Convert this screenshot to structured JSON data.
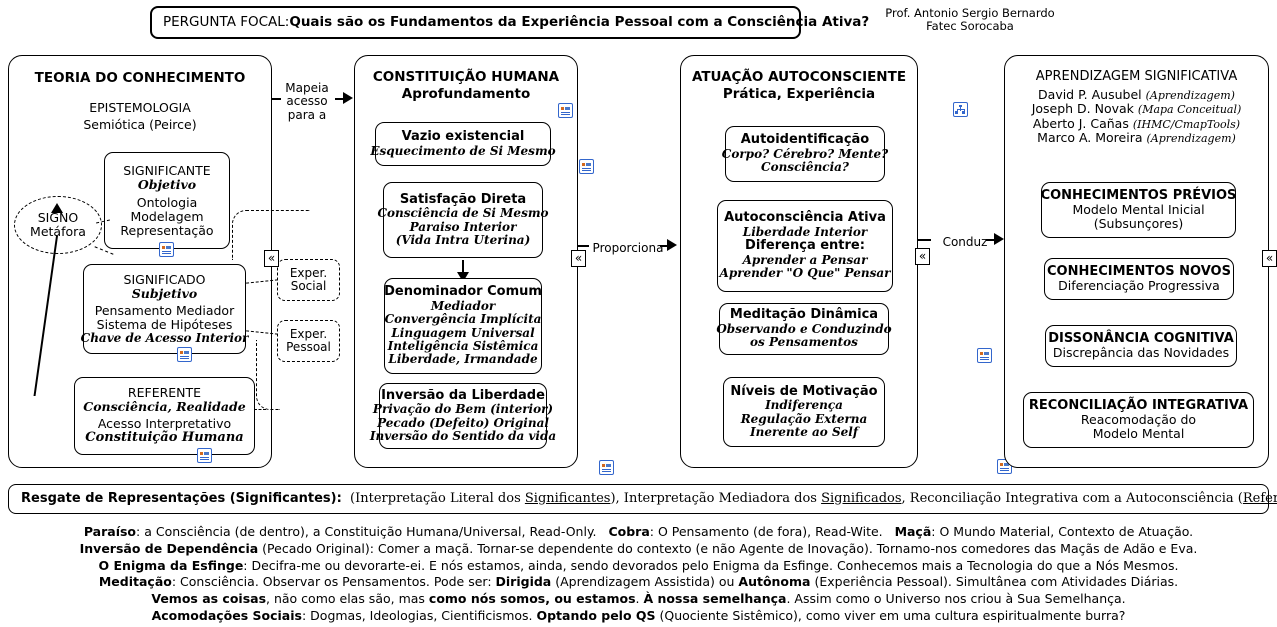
{
  "focal": {
    "prefix": "PERGUNTA FOCAL: ",
    "question": "Quais são os Fundamentos da Experiência Pessoal com a Consciência Ativa?"
  },
  "byline": {
    "author": "Prof. Antonio Sergio Bernardo",
    "institution": "Fatec Sorocaba"
  },
  "panels": {
    "p1": {
      "title": "TEORIA DO CONHECIMENTO",
      "sub1": "EPISTEMOLOGIA",
      "sub2": "Semiótica (Peirce)",
      "signo": {
        "l1": "SIGNO",
        "l2": "Metáfora"
      },
      "significante": {
        "title": "SIGNIFICANTE",
        "script": "Objetivo",
        "l1": "Ontologia",
        "l2": "Modelagem",
        "l3": "Representação"
      },
      "significado": {
        "title": "SIGNIFICADO",
        "script": "Subjetivo",
        "l1": "Pensamento Mediador",
        "l2": "Sistema de Hipóteses",
        "l3": "Chave de Acesso Interior"
      },
      "referente": {
        "title": "REFERENTE",
        "script": "Consciência, Realidade",
        "l1": "Acesso Interpretativo",
        "l2": "Constituição Humana"
      }
    },
    "p2": {
      "title": "CONSTITUIÇÃO HUMANA",
      "subtitle": "Aprofundamento",
      "vazio": {
        "title": "Vazio existencial",
        "l1": "Esquecimento de Si Mesmo"
      },
      "satisfacao": {
        "title": "Satisfação Direta",
        "l1": "Consciência de Si Mesmo",
        "l2": "Paraiso Interior",
        "l3": "(Vida Intra Uterina)"
      },
      "denominador": {
        "title": "Denominador Comum",
        "l1": "Mediador",
        "l2": "Convergência Implícita",
        "l3": "Linguagem Universal",
        "l4": "Inteligência Sistêmica",
        "l5": "Liberdade, Irmandade"
      },
      "inversao": {
        "title": "Inversão da Liberdade",
        "l1": "Privação do Bem (interior)",
        "l2": "Pecado (Defeito) Original",
        "l3": "Inversão do Sentido da vida"
      }
    },
    "p3": {
      "title": "ATUAÇÃO AUTOCONSCIENTE",
      "subtitle": "Prática, Experiência",
      "autoid": {
        "title": "Autoidentificação",
        "l1": "Corpo? Cérebro? Mente?",
        "l2": "Consciência?"
      },
      "autocons": {
        "title": "Autoconsciência Ativa",
        "l1": "Liberdade Interior",
        "l2": "Diferença entre:",
        "l3": "Aprender a Pensar",
        "l4": "Aprender \"O Que\" Pensar"
      },
      "meditacao": {
        "title": "Meditação Dinâmica",
        "l1": "Observando e Conduzindo",
        "l2": "os Pensamentos"
      },
      "niveis": {
        "title": "Níveis de Motivação",
        "l1": "Indiferença",
        "l2": "Regulação Externa",
        "l3": "Inerente ao Self"
      }
    },
    "p4": {
      "title": "APRENDIZAGEM SIGNIFICATIVA",
      "authors": [
        {
          "name": "David P. Ausubel",
          "note": "(Aprendizagem)"
        },
        {
          "name": "Joseph D. Novak",
          "note": "(Mapa Conceitual)"
        },
        {
          "name": "Aberto J. Cañas",
          "note": "(IHMC/CmapTools)"
        },
        {
          "name": "Marco A. Moreira",
          "note": "(Aprendizagem)"
        }
      ],
      "previos": {
        "title": "CONHECIMENTOS PRÉVIOS",
        "l1": "Modelo Mental Inicial",
        "l2": "(Subsunçores)"
      },
      "novos": {
        "title": "CONHECIMENTOS NOVOS",
        "l1": "Diferenciação Progressiva"
      },
      "dissonancia": {
        "title": "DISSONÂNCIA COGNITIVA",
        "l1": "Discrepância das Novidades"
      },
      "reconciliacao": {
        "title": "RECONCILIAÇÃO INTEGRATIVA",
        "l1": "Reacomodação do",
        "l2": "Modelo Mental"
      }
    }
  },
  "experiences": {
    "social": {
      "l1": "Exper.",
      "l2": "Social"
    },
    "pessoal": {
      "l1": "Exper.",
      "l2": "Pessoal"
    }
  },
  "connectors": {
    "mapeia": {
      "l1": "Mapeia",
      "l2": "acesso",
      "l3": "para a"
    },
    "proporciona": "Proporciona",
    "conduz": "Conduz",
    "collapse_glyph": "«"
  },
  "resgate": {
    "lead": "Resgate de Representações (Significantes):",
    "part1_a": "(Interpretação Literal dos ",
    "part1_u": "Significantes",
    "part1_b": "), Interpretação Mediadora dos ",
    "part2_u": "Significados",
    "part2_b": ", Reconciliação Integrativa com a Autoconsciência (",
    "part3_u": "Referente",
    "part3_b": ")"
  },
  "footer": {
    "line1": [
      {
        "b": "Paraíso"
      },
      {
        "t": ": a Consciência (de dentro), a Constituição Humana/Universal, Read-Only.   "
      },
      {
        "b": "Cobra"
      },
      {
        "t": ": O Pensamento (de fora), Read-Wite.   "
      },
      {
        "b": "Maçã"
      },
      {
        "t": ": O Mundo Material, Contexto de Atuação."
      }
    ],
    "line2": [
      {
        "b": "Inversão de Dependência"
      },
      {
        "t": " (Pecado Original): Comer a maçã. Tornar-se dependente do contexto (e não Agente de Inovação). Tornamo-nos comedores das Maçãs de Adão e Eva."
      }
    ],
    "line3": [
      {
        "b": "O Enigma da Esfinge"
      },
      {
        "t": ": Decifra-me ou devorarte-ei. E nós estamos, ainda, sendo devorados pelo Enigma da Esfinge. Conhecemos mais a Tecnologia do que a Nós Mesmos."
      }
    ],
    "line4": [
      {
        "b": "Meditação"
      },
      {
        "t": ": Consciência. Observar os Pensamentos. Pode ser: "
      },
      {
        "b": "Dirigida"
      },
      {
        "t": " (Aprendizagem Assistida) ou "
      },
      {
        "b": "Autônoma"
      },
      {
        "t": " (Experiência Pessoal). Simultânea com Atividades Diárias."
      }
    ],
    "line5": [
      {
        "b": "Vemos as coisas"
      },
      {
        "t": ", não como elas são, mas "
      },
      {
        "b": "como nós somos, ou estamos"
      },
      {
        "t": ". "
      },
      {
        "b": "À nossa semelhança"
      },
      {
        "t": ". Assim como o Universo nos criou à Sua Semelhança."
      }
    ],
    "line6": [
      {
        "b": "Acomodações Sociais"
      },
      {
        "t": ": Dogmas, Ideologias, Cientificismos. "
      },
      {
        "b": "Optando pelo QS"
      },
      {
        "t": " (Quociente Sistêmico), como viver em uma cultura espiritualmente burra?"
      }
    ]
  },
  "icons": {
    "resource": "resource-icon",
    "map": "concept-map-icon"
  }
}
